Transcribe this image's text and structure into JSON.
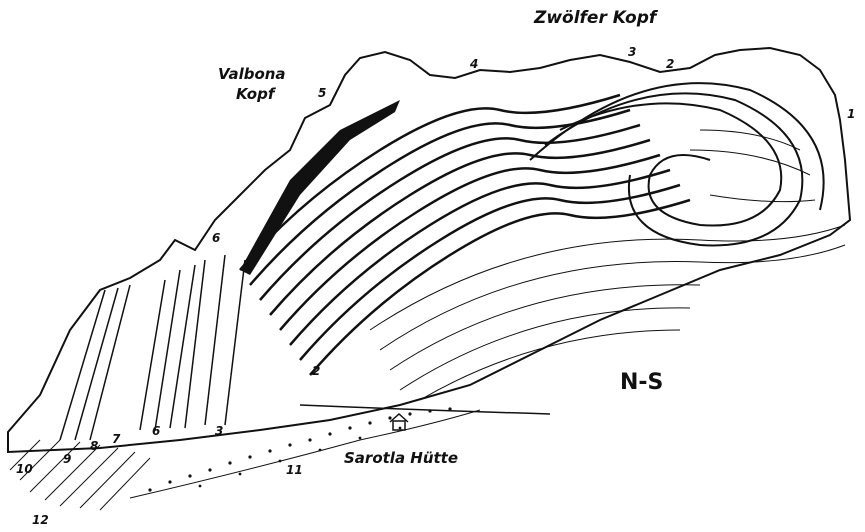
{
  "labels": {
    "zwolfer_kopf": "Zwölfer Kopf",
    "valbona_line1": "Valbona",
    "valbona_line2": "Kopf",
    "section": "N-S",
    "hut": "Sarotla Hütte"
  },
  "numbers": {
    "n1": "1",
    "n2_top": "2",
    "n3_top": "3",
    "n4": "4",
    "n5": "5",
    "n6_left": "6",
    "n2_low": "2",
    "n3_low": "3",
    "n6_low": "6",
    "n7": "7",
    "n8": "8",
    "n9": "9",
    "n10": "10",
    "n11": "11",
    "n12": "12"
  },
  "colors": {
    "ink": "#111111",
    "paper": "#ffffff"
  }
}
